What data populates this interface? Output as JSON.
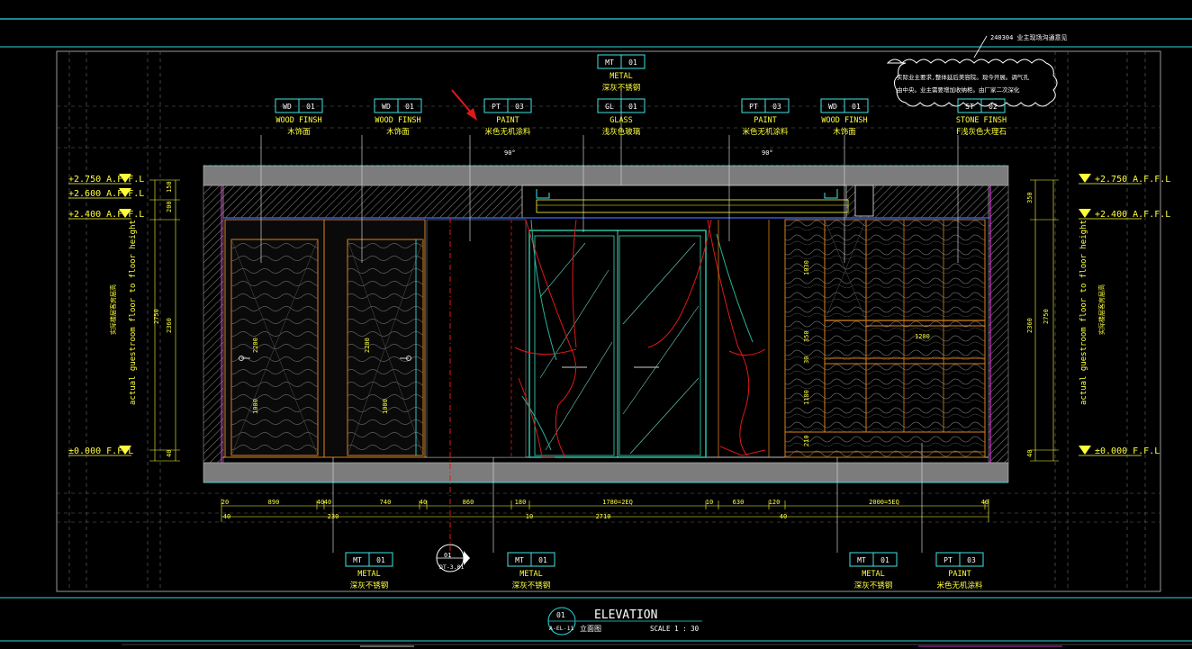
{
  "colors": {
    "background": "#000000",
    "frame_cyan": "#2fd8e0",
    "annotation_yellow": "#ffff3c",
    "slab_gray": "#7c7c7c",
    "wood_orange": "#d9821e",
    "curtain_red": "#e01818",
    "glass_green": "#28b49a",
    "cloud_white": "#ffffff",
    "magenta": "#ff3cff"
  },
  "top_note": "240304 业主现场沟通意见",
  "cloud_note": {
    "line1": "实际业主要求,整体延后美容院。现今开展。调气孔",
    "line2": "由中央。业主需要增加收纳柜。由厂家二次深化"
  },
  "material_tags": [
    {
      "code": "WD",
      "num": "01",
      "en": "WOOD FINSH",
      "cn": "木饰面"
    },
    {
      "code": "WD",
      "num": "01",
      "en": "WOOD FINSH",
      "cn": "木饰面"
    },
    {
      "code": "PT",
      "num": "03",
      "en": "PAINT",
      "cn": "米色无机涂料"
    },
    {
      "code": "MT",
      "num": "01",
      "en": "METAL",
      "cn": "深灰不锈钢"
    },
    {
      "code": "GL",
      "num": "01",
      "en": "GLASS",
      "cn": "浅灰色玻璃"
    },
    {
      "code": "PT",
      "num": "03",
      "en": "PAINT",
      "cn": "米色无机涂料"
    },
    {
      "code": "WD",
      "num": "01",
      "en": "WOOD FINSH",
      "cn": "木饰面"
    },
    {
      "code": "ST",
      "num": "02",
      "en": "STONE FINSH",
      "cn": "F浅灰色大理石"
    }
  ],
  "bottom_tags": [
    {
      "code": "MT",
      "num": "01",
      "en": "METAL",
      "cn": "深灰不锈钢"
    },
    {
      "code": "MT",
      "num": "01",
      "en": "METAL",
      "cn": "深灰不锈钢"
    },
    {
      "code": "MT",
      "num": "01",
      "en": "METAL",
      "cn": "深灰不锈钢"
    },
    {
      "code": "PT",
      "num": "03",
      "en": "PAINT",
      "cn": "米色无机涂料"
    }
  ],
  "angle_labels": [
    "90°",
    "90°"
  ],
  "levels_left": [
    "+2.750 A.F.F.L",
    "+2.600 A.F.F.L",
    "+2.400 A.F.F.L",
    "±0.000 F.F.L"
  ],
  "levels_right": [
    "+2.750 A.F.F.L",
    "+2.400 A.F.F.L",
    "±0.000 F.F.L"
  ],
  "vertical_labels": {
    "en": "actual guestroom floor to floor height",
    "cn": "实际楼层客房层高"
  },
  "left_dims": [
    "150",
    "200",
    "2750",
    "2360",
    "40"
  ],
  "right_dims": [
    "350",
    "2750",
    "2360",
    "40"
  ],
  "interior_dims": [
    "2200",
    "1000",
    "2200",
    "1000",
    "1030",
    "350",
    "30",
    "1180",
    "210",
    "1200"
  ],
  "bottom_dims_row1": [
    "20",
    "890",
    "40",
    "40",
    "740",
    "40",
    "860",
    "180",
    "1780=2EQ",
    "10",
    "630",
    "120",
    "2000=5EQ",
    "40"
  ],
  "bottom_dims_row2": [
    "40",
    "230",
    "10",
    "2710",
    "40"
  ],
  "detail_callout": {
    "num": "01",
    "ref": "DT-3.01"
  },
  "title_block": {
    "num": "01",
    "sheet": "A-EL-11",
    "title": "ELEVATION",
    "cn": "立面图",
    "scale": "SCALE   1 : 30"
  }
}
